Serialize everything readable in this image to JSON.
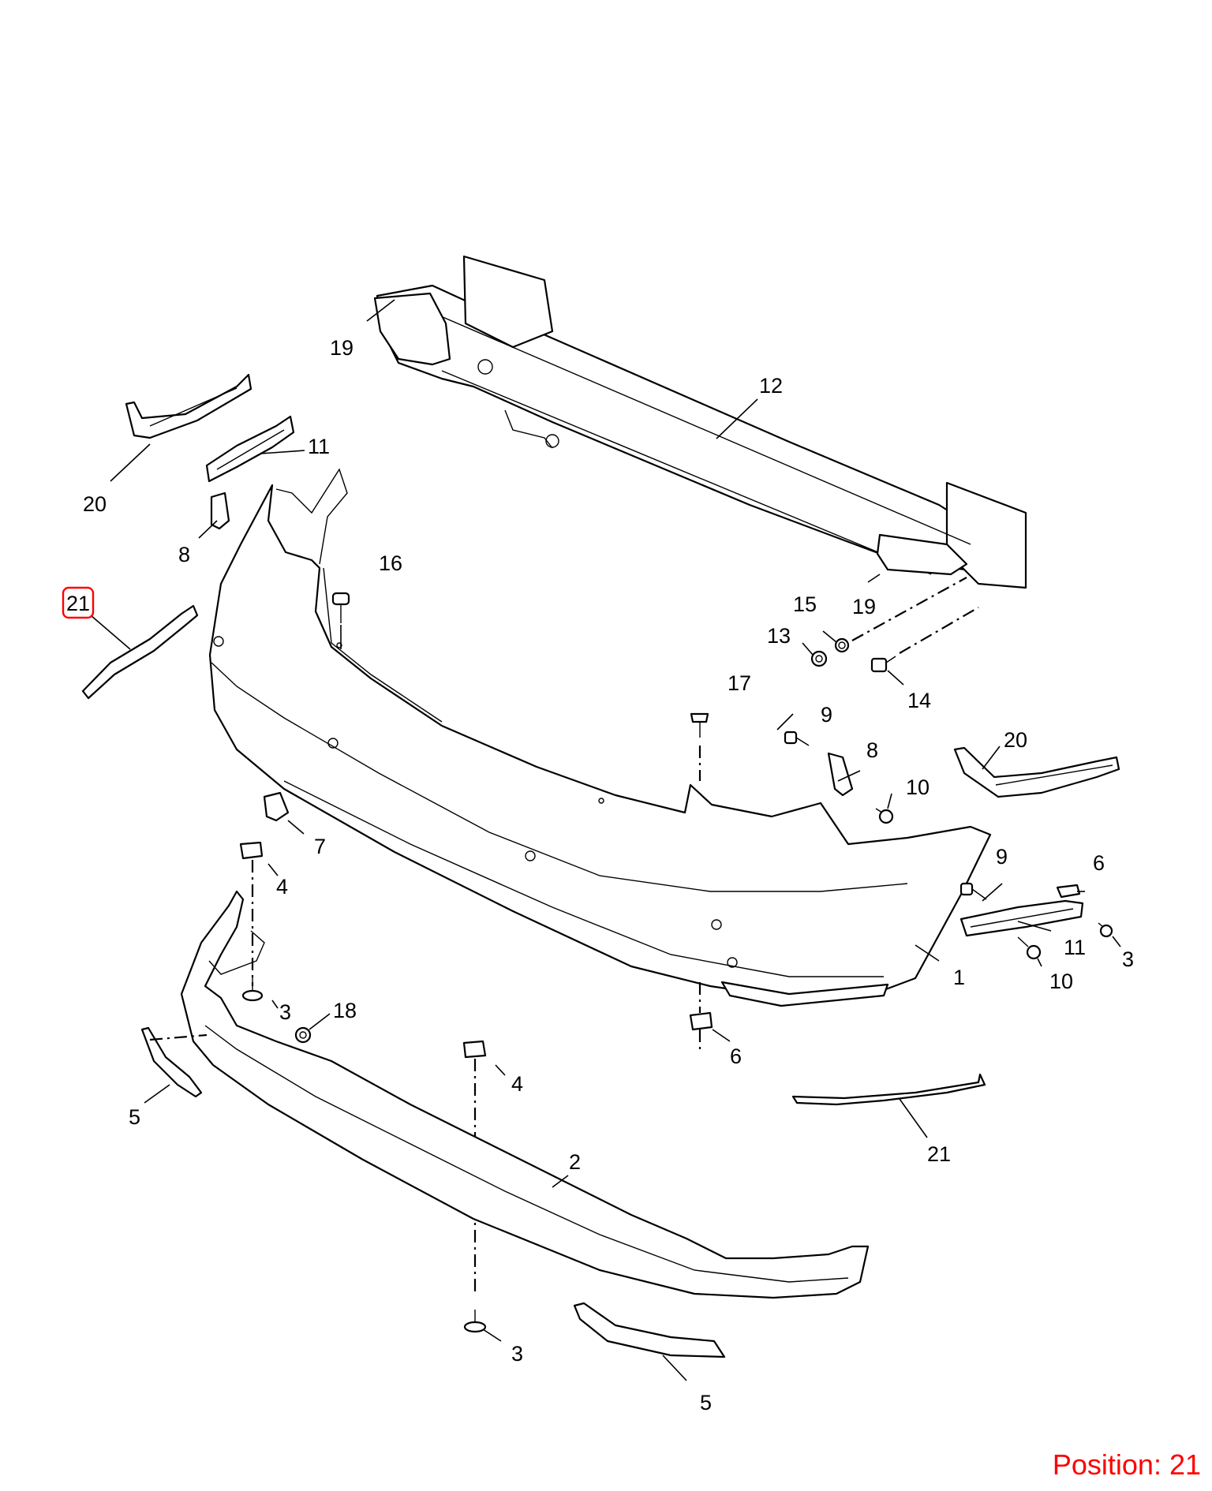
{
  "callouts": {
    "c1": "1",
    "c2": "2",
    "c3a": "3",
    "c3b": "3",
    "c3c": "3",
    "c4a": "4",
    "c4b": "4",
    "c5a": "5",
    "c5b": "5",
    "c6a": "6",
    "c6b": "6",
    "c7": "7",
    "c8a": "8",
    "c8b": "8",
    "c9a": "9",
    "c9b": "9",
    "c10a": "10",
    "c10b": "10",
    "c11a": "11",
    "c11b": "11",
    "c12": "12",
    "c13": "13",
    "c14": "14",
    "c15": "15",
    "c16": "16",
    "c17": "17",
    "c18": "18",
    "c19a": "19",
    "c19b": "19",
    "c20a": "20",
    "c20b": "20",
    "c21a": "21",
    "c21b": "21"
  },
  "highlighted_callout": "21",
  "position": {
    "text": "Position: 21"
  },
  "colors": {
    "highlight": "#ff0000",
    "line": "#000000",
    "background": "#ffffff"
  }
}
